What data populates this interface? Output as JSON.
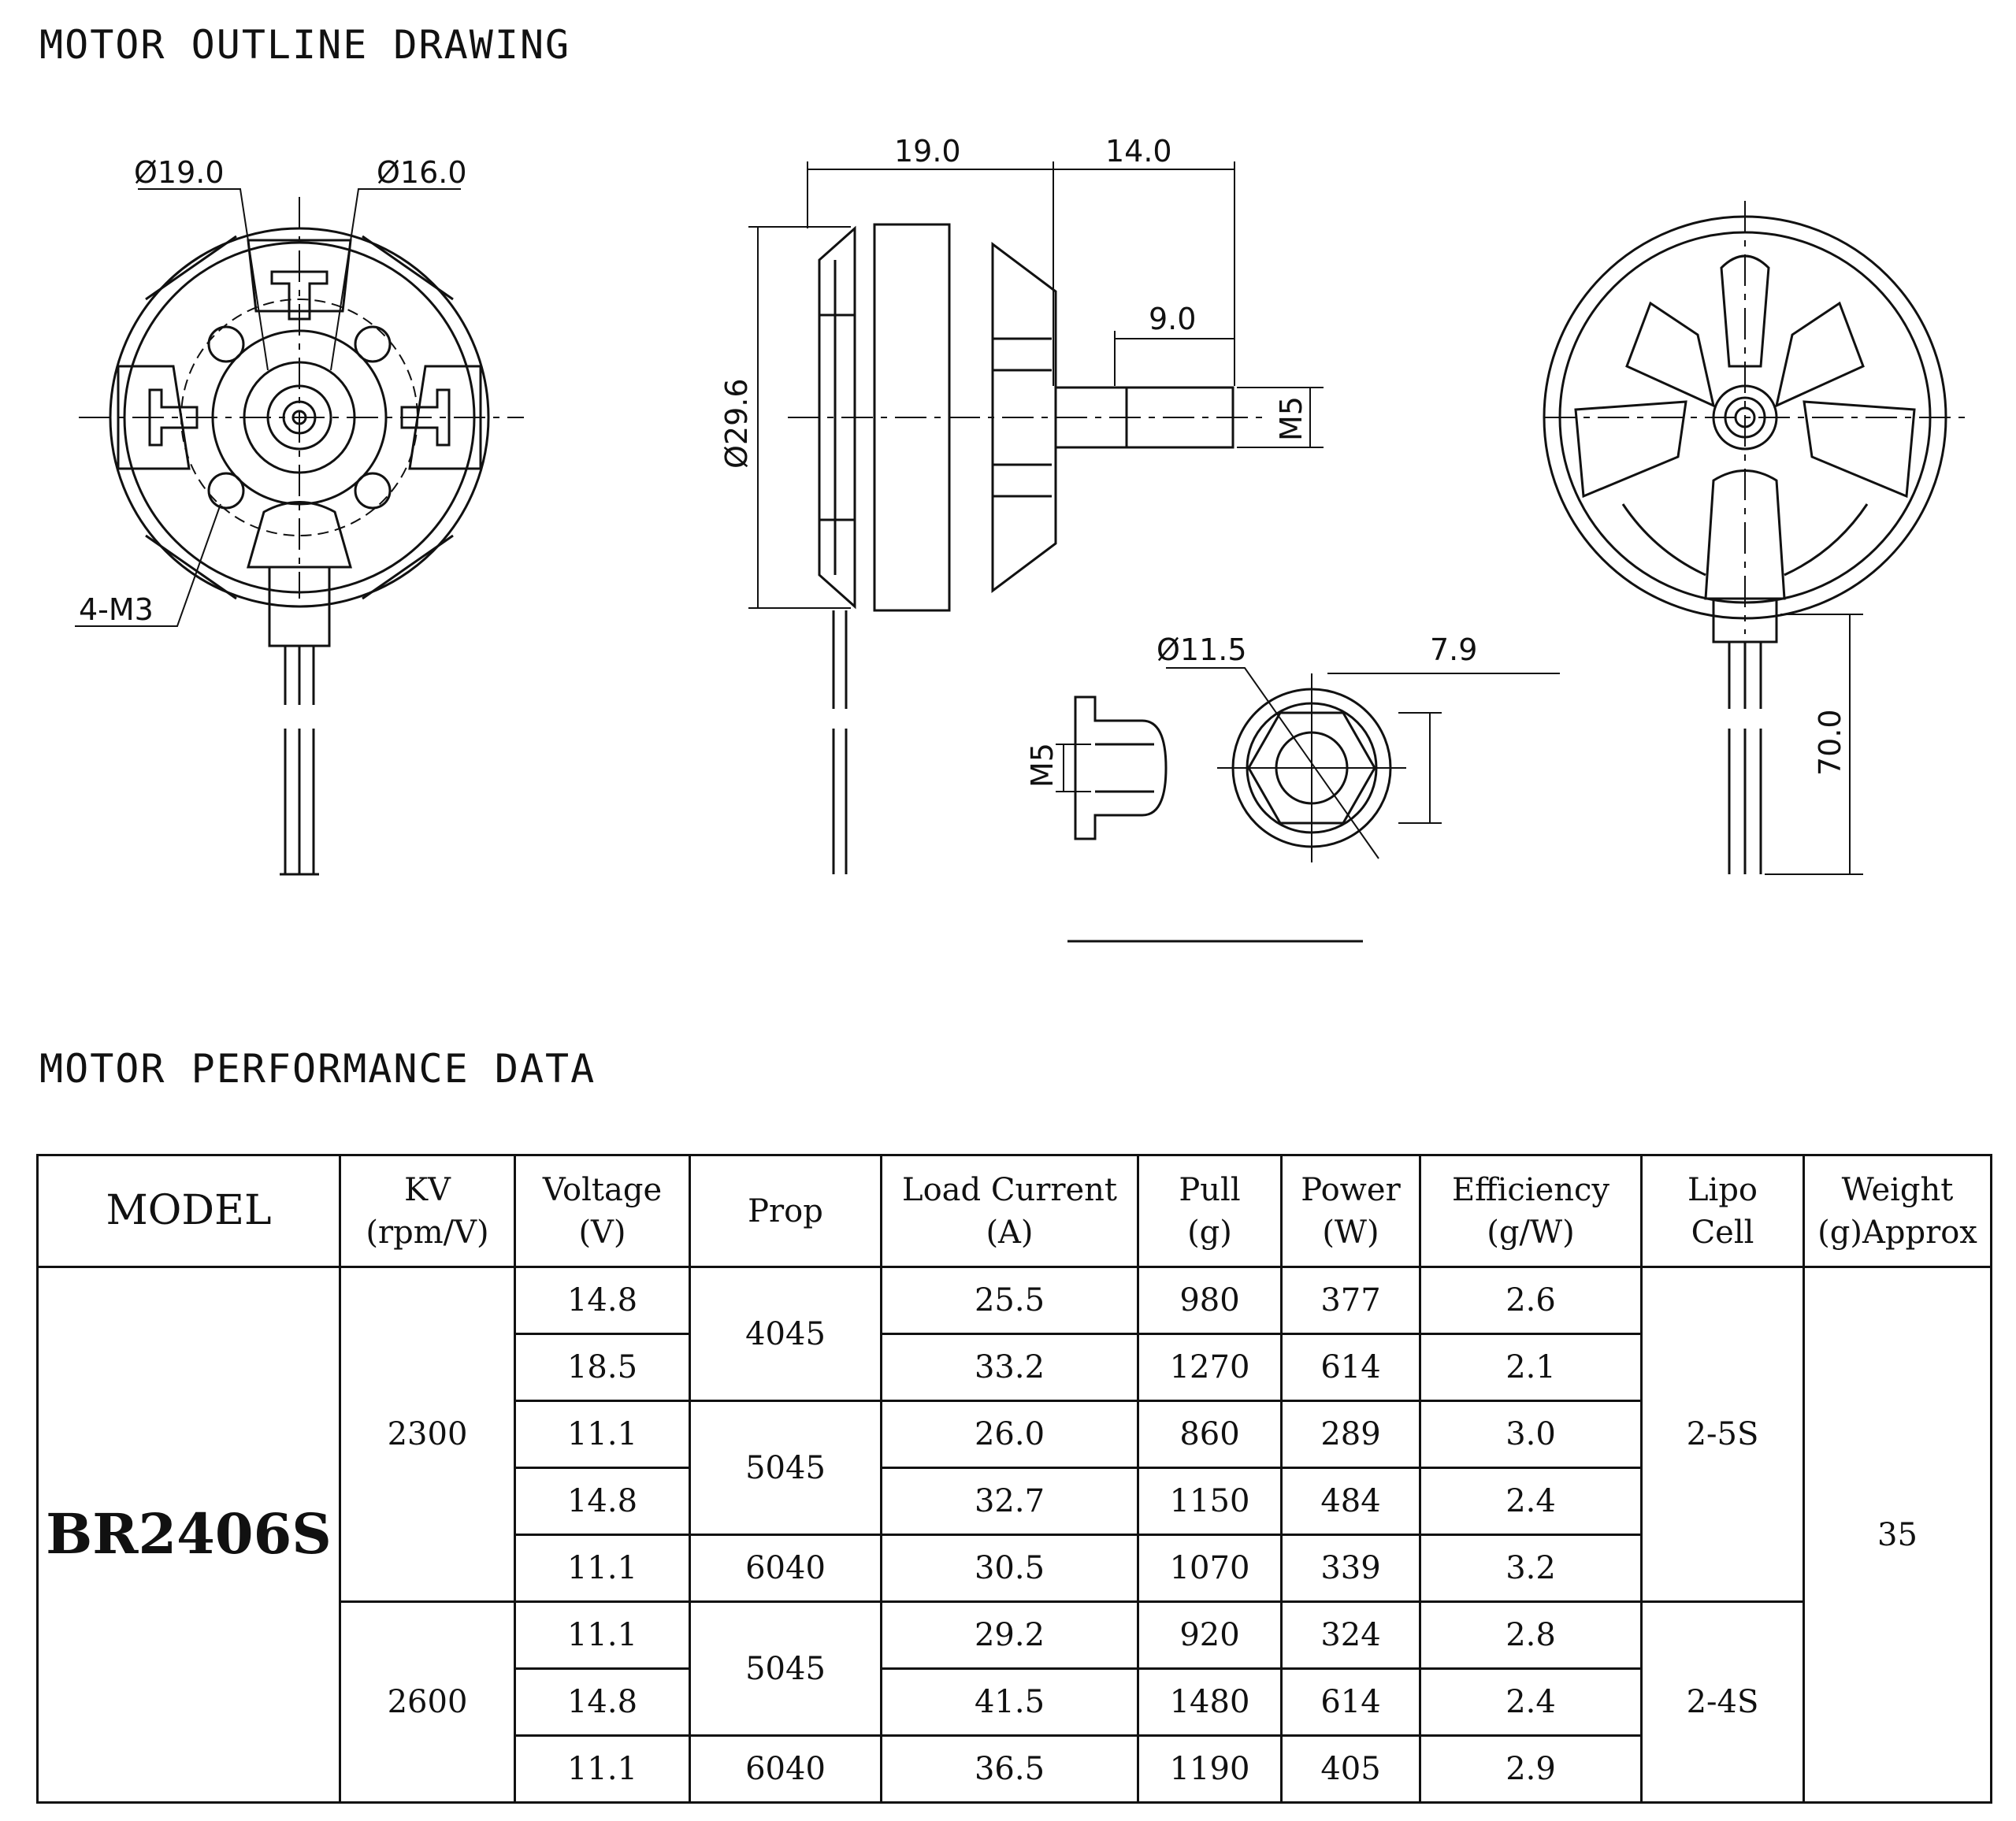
{
  "titles": {
    "drawing": "MOTOR OUTLINE DRAWING",
    "performance": "MOTOR PERFORMANCE DATA"
  },
  "dimensions": {
    "front_outer": "Ø19.0",
    "front_inner": "Ø16.0",
    "front_holes": "4-M3",
    "side_length": "19.0",
    "side_shaft_total": "14.0",
    "side_shaft": "9.0",
    "side_diameter": "Ø29.6",
    "side_thread": "M5",
    "nut_thread": "M5",
    "nut_diameter": "Ø11.5",
    "nut_height": "7.9",
    "lead_length": "70.0"
  },
  "table": {
    "headers": {
      "model": "MODEL",
      "kv": [
        "KV",
        "(rpm/V)"
      ],
      "voltage": [
        "Voltage",
        "(V)"
      ],
      "prop": "Prop",
      "current": [
        "Load Current",
        "(A)"
      ],
      "pull": [
        "Pull",
        "(g)"
      ],
      "power": [
        "Power",
        "(W)"
      ],
      "efficiency": [
        "Efficiency",
        "(g/W)"
      ],
      "lipo": [
        "Lipo",
        "Cell"
      ],
      "weight": [
        "Weight",
        "(g)Approx"
      ]
    },
    "model": "BR2406S",
    "weight": "35",
    "kv": [
      "2300",
      "2600"
    ],
    "lipo": [
      "2-5S",
      "2-4S"
    ],
    "props": [
      "4045",
      "5045",
      "6040",
      "5045",
      "6040"
    ],
    "rows": [
      {
        "voltage": "14.8",
        "current": "25.5",
        "pull": "980",
        "power": "377",
        "efficiency": "2.6"
      },
      {
        "voltage": "18.5",
        "current": "33.2",
        "pull": "1270",
        "power": "614",
        "efficiency": "2.1"
      },
      {
        "voltage": "11.1",
        "current": "26.0",
        "pull": "860",
        "power": "289",
        "efficiency": "3.0"
      },
      {
        "voltage": "14.8",
        "current": "32.7",
        "pull": "1150",
        "power": "484",
        "efficiency": "2.4"
      },
      {
        "voltage": "11.1",
        "current": "30.5",
        "pull": "1070",
        "power": "339",
        "efficiency": "3.2"
      },
      {
        "voltage": "11.1",
        "current": "29.2",
        "pull": "920",
        "power": "324",
        "efficiency": "2.8"
      },
      {
        "voltage": "14.8",
        "current": "41.5",
        "pull": "1480",
        "power": "614",
        "efficiency": "2.4"
      },
      {
        "voltage": "11.1",
        "current": "36.5",
        "pull": "1190",
        "power": "405",
        "efficiency": "2.9"
      }
    ]
  },
  "colors": {
    "ink": "#111111",
    "paper": "#ffffff"
  }
}
